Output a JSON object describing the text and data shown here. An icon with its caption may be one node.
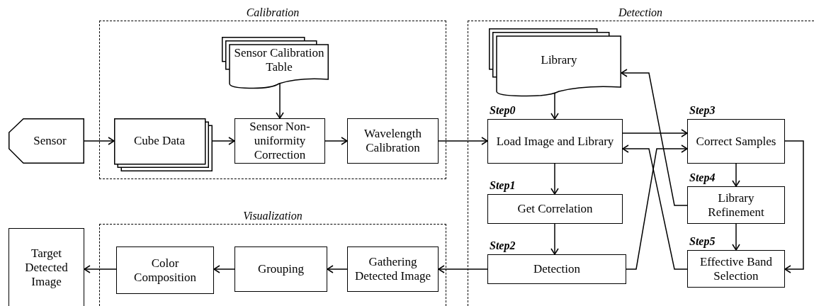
{
  "diagram": {
    "nodes": [
      {
        "text": [
          "Calibration"
        ]
      },
      {
        "text": [
          "Detection"
        ]
      },
      {
        "text": [
          "Visualization"
        ]
      },
      {
        "text": [
          "Sensor"
        ]
      },
      {
        "text": [
          "Cube Data"
        ],
        "in": 0
      },
      {
        "text": [
          "Sensor Calibration Table"
        ],
        "in": 0
      },
      {
        "text": [
          "Sensor Non-uniformity Correction"
        ],
        "in": 0
      },
      {
        "text": [
          "Wavelength Calibration"
        ],
        "in": 0
      },
      {
        "text": [
          "Library"
        ],
        "in": 1
      },
      {
        "text": [
          "Load Image and Library"
        ],
        "in": 1,
        "beside": [
          "Step0"
        ]
      },
      {
        "text": [
          "Get Correlation"
        ],
        "in": 1,
        "beside": [
          "Step1"
        ]
      },
      {
        "text": [
          "Detection"
        ],
        "in": 1,
        "beside": [
          "Step2"
        ]
      },
      {
        "text": [
          "Correct Samples"
        ],
        "in": 1,
        "beside": [
          "Step3"
        ]
      },
      {
        "text": [
          "Library Refinement"
        ],
        "in": 1,
        "beside": [
          "Step4"
        ]
      },
      {
        "text": [
          "Effective Band Selection"
        ],
        "in": 1,
        "beside": [
          "Step5"
        ]
      },
      {
        "text": [
          "Gathering Detected Image"
        ],
        "in": 2
      },
      {
        "text": [
          "Grouping"
        ],
        "in": 2
      },
      {
        "text": [
          "Color Composition"
        ],
        "in": 2
      },
      {
        "text": [
          "Target Detected Image"
        ]
      }
    ],
    "edges": [
      {
        "from": 3,
        "to": 4,
        "arrow": "to"
      },
      {
        "from": 4,
        "to": 6,
        "arrow": "to"
      },
      {
        "from": 5,
        "to": 6,
        "arrow": "to"
      },
      {
        "from": 6,
        "to": 7,
        "arrow": "to"
      },
      {
        "from": 7,
        "to": 9,
        "arrow": "to"
      },
      {
        "from": 8,
        "to": 9,
        "arrow": "to"
      },
      {
        "from": 9,
        "to": 10,
        "arrow": "to"
      },
      {
        "from": 10,
        "to": 11,
        "arrow": "to"
      },
      {
        "from": 9,
        "to": 12,
        "arrow": "to"
      },
      {
        "from": 11,
        "to": 12,
        "arrow": "to"
      },
      {
        "from": 12,
        "to": 13,
        "arrow": "to"
      },
      {
        "from": 13,
        "to": 14,
        "arrow": "to"
      },
      {
        "from": 12,
        "to": 14,
        "arrow": "to"
      },
      {
        "from": 13,
        "to": 8,
        "arrow": "to"
      },
      {
        "from": 14,
        "to": 9,
        "arrow": "to"
      },
      {
        "from": 11,
        "to": 15,
        "arrow": "to"
      },
      {
        "from": 15,
        "to": 16,
        "arrow": "to"
      },
      {
        "from": 16,
        "to": 17,
        "arrow": "to"
      },
      {
        "from": 17,
        "to": 18,
        "arrow": "to"
      }
    ]
  }
}
